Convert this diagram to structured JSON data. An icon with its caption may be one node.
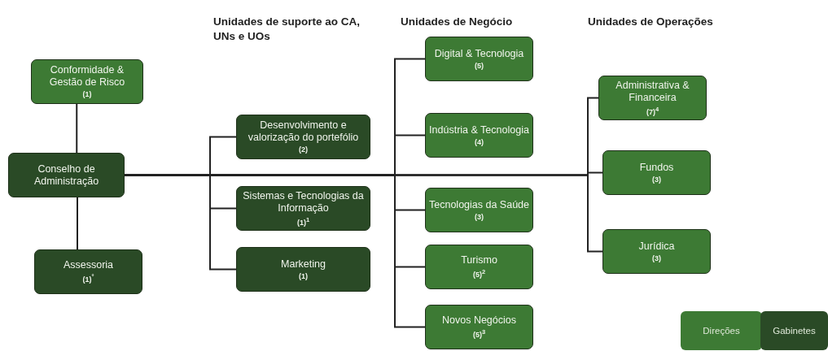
{
  "diagram": {
    "nodes": [
      {
        "text": [
          "Conformidade & Gestão de Risco",
          "(1)"
        ]
      },
      {
        "text": [
          "Conselho de Administração"
        ]
      },
      {
        "text": [
          "Assessoria",
          "(1)$^{°}$"
        ]
      },
      {
        "text": [
          "Desenvolvimento e valorização do portefólio",
          "(2)"
        ]
      },
      {
        "text": [
          "Sistemas e Tecnologias da Informação",
          "(1)$^{1}$"
        ]
      },
      {
        "text": [
          "Marketing",
          "(1)"
        ]
      },
      {
        "text": [
          "Digital & Tecnologia",
          "(5)"
        ]
      },
      {
        "text": [
          "Indústria & Tecnologia",
          "(4)"
        ]
      },
      {
        "text": [
          "Tecnologias da Saúde",
          "(3)"
        ]
      },
      {
        "text": [
          "Turismo",
          "(5)$^{2}$"
        ]
      },
      {
        "text": [
          "Novos Negócios",
          "(5)$^{3}$"
        ]
      },
      {
        "text": [
          "Administrativa & Financeira",
          "(7)$^{4}$"
        ]
      },
      {
        "text": [
          "Fundos",
          "(3)"
        ]
      },
      {
        "text": [
          "Jurídica",
          "(3)"
        ]
      }
    ],
    "edges": [
      {
        "from": 1,
        "to": 0,
        "arrow": "none"
      },
      {
        "from": 1,
        "to": 2,
        "arrow": "none"
      },
      {
        "from": 1,
        "to": 3,
        "arrow": "none"
      },
      {
        "from": 1,
        "to": 4,
        "arrow": "none"
      },
      {
        "from": 1,
        "to": 5,
        "arrow": "none"
      },
      {
        "from": 1,
        "to": 6,
        "arrow": "none"
      },
      {
        "from": 1,
        "to": 7,
        "arrow": "none"
      },
      {
        "from": 1,
        "to": 8,
        "arrow": "none"
      },
      {
        "from": 1,
        "to": 9,
        "arrow": "none"
      },
      {
        "from": 1,
        "to": 10,
        "arrow": "none"
      },
      {
        "from": 1,
        "to": 11,
        "arrow": "none"
      },
      {
        "from": 1,
        "to": 12,
        "arrow": "none"
      },
      {
        "from": 1,
        "to": 13,
        "arrow": "none"
      }
    ],
    "labels": [
      "Unidades de suporte ao CA, UNs e UOs",
      "Unidades de Negócio",
      "Unidades de Operações"
    ],
    "legend": [
      {
        "text": "Direções",
        "color": "#3d7a34"
      },
      {
        "text": "Gabinetes",
        "color": "#2a4a26"
      }
    ]
  }
}
